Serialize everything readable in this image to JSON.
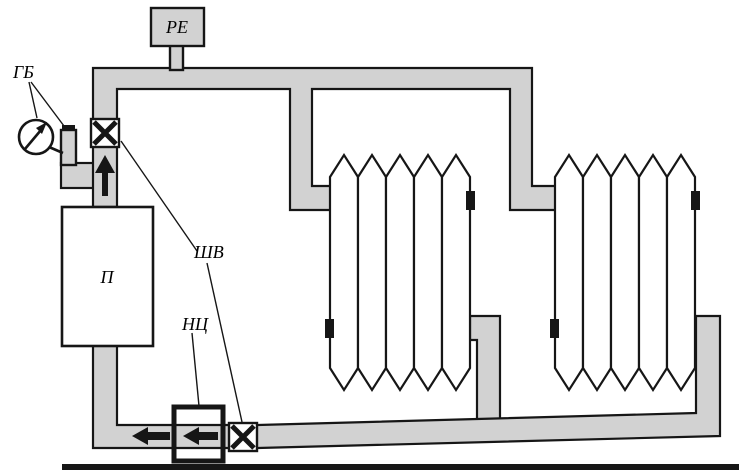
{
  "labels": {
    "expansion_tank": "РЕ",
    "gauge_assembly": "ГБ",
    "boiler": "П",
    "ball_valve": "ШВ",
    "circulation_pump": "НЦ"
  },
  "colors": {
    "pipe_fill": "#d2d2d2",
    "outline": "#161616",
    "paper": "#ffffff"
  }
}
